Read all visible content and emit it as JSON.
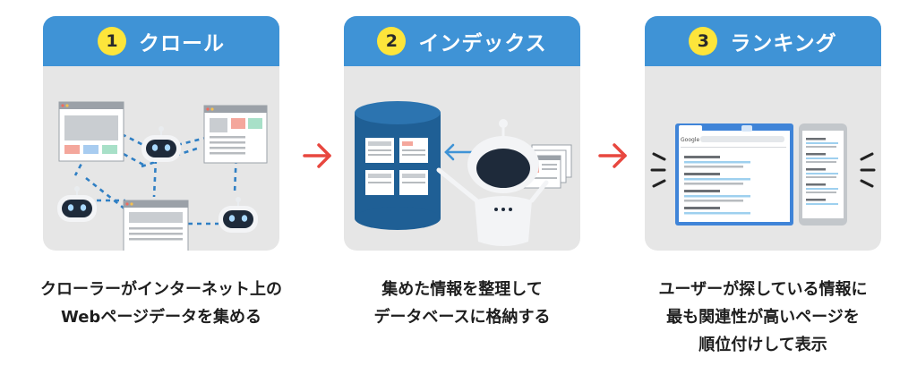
{
  "steps": [
    {
      "number": "1",
      "title": "クロール",
      "caption": [
        "クローラーがインターネット上の",
        "Webページデータを集める"
      ]
    },
    {
      "number": "2",
      "title": "インデックス",
      "caption": [
        "集めた情報を整理して",
        "データベースに格納する"
      ]
    },
    {
      "number": "3",
      "title": "ランキング",
      "caption": [
        "ユーザーが探している情報に",
        "最も関連性が高いページを",
        "順位付けして表示"
      ]
    }
  ],
  "search_ui": {
    "logo": "Google"
  },
  "colors": {
    "header_blue": "#3f93d6",
    "badge_yellow": "#fde53b",
    "arrow_red": "#e8473f",
    "panel_gray": "#e6e6e6",
    "db_blue": "#1f5f95"
  }
}
